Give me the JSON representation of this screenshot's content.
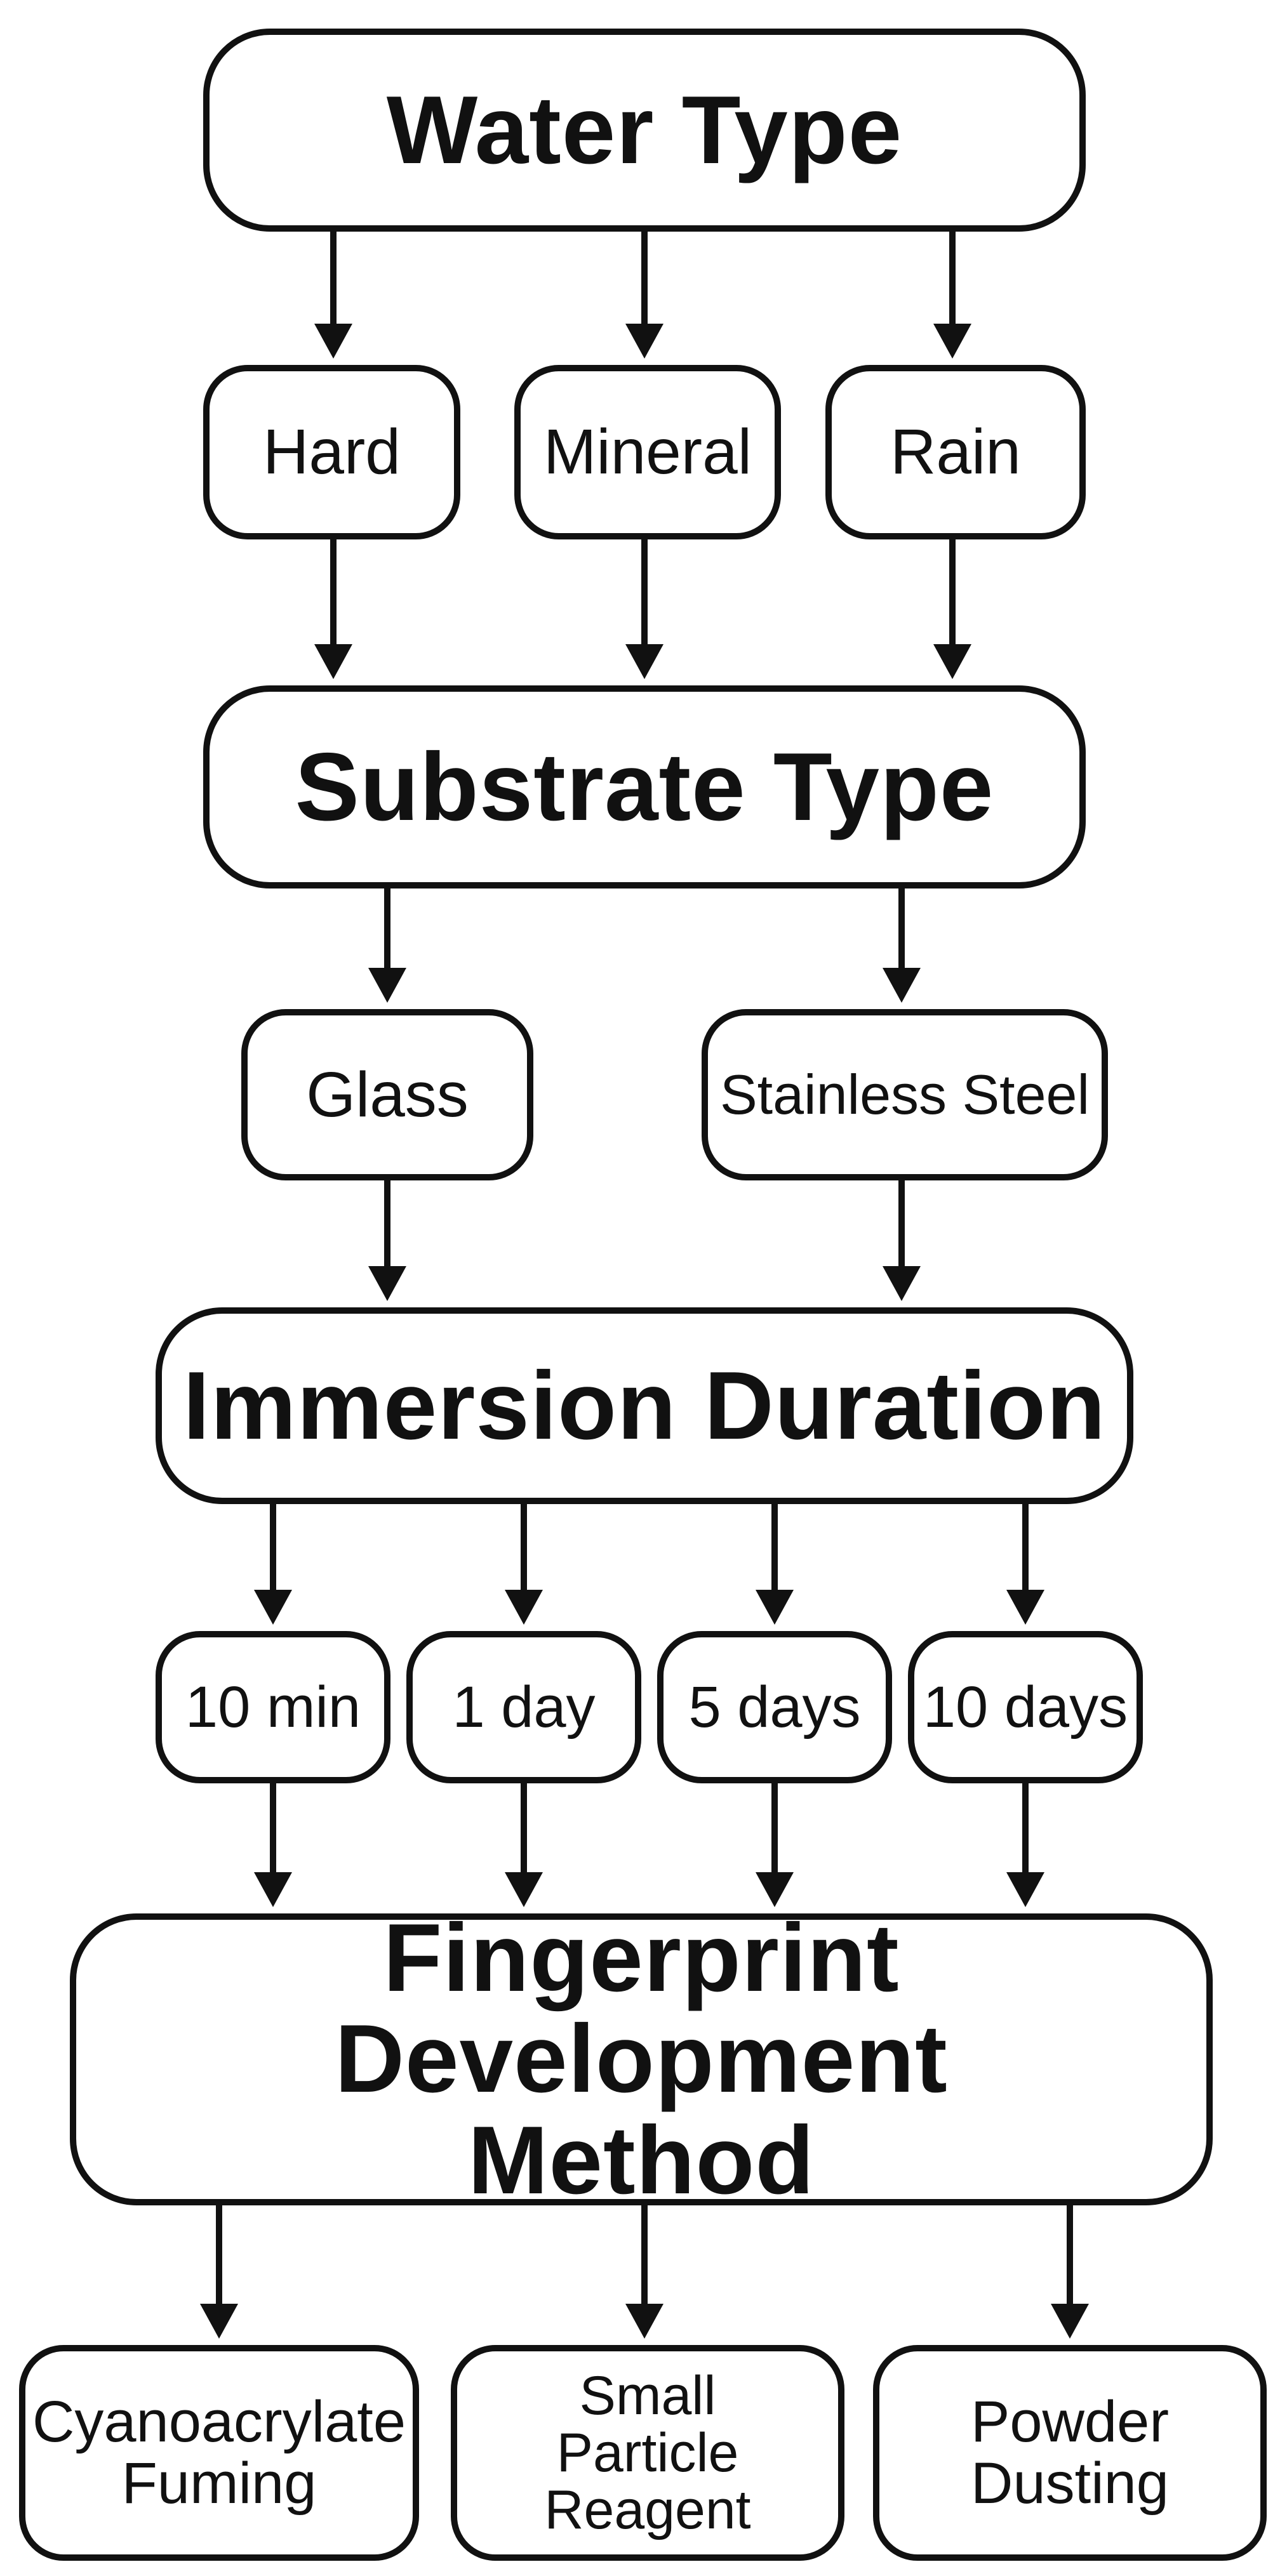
{
  "diagram": {
    "water_type": {
      "title": "Water Type",
      "options": [
        "Hard",
        "Mineral",
        "Rain"
      ]
    },
    "substrate_type": {
      "title": "Substrate Type",
      "options": [
        "Glass",
        "Stainless Steel"
      ]
    },
    "immersion_duration": {
      "title": "Immersion Duration",
      "options": [
        "10 min",
        "1 day",
        "5 days",
        "10 days"
      ]
    },
    "development_method": {
      "title_line1": "Fingerprint Development",
      "title_line2": "Method",
      "options": [
        {
          "line1": "Cyanoacrylate",
          "line2": "Fuming"
        },
        {
          "line1": "Small",
          "line2": "Particle Reagent"
        },
        {
          "line1": "Powder",
          "line2": "Dusting"
        }
      ]
    },
    "colors": {
      "stroke": "#111111",
      "fill": "#ffffff"
    }
  }
}
